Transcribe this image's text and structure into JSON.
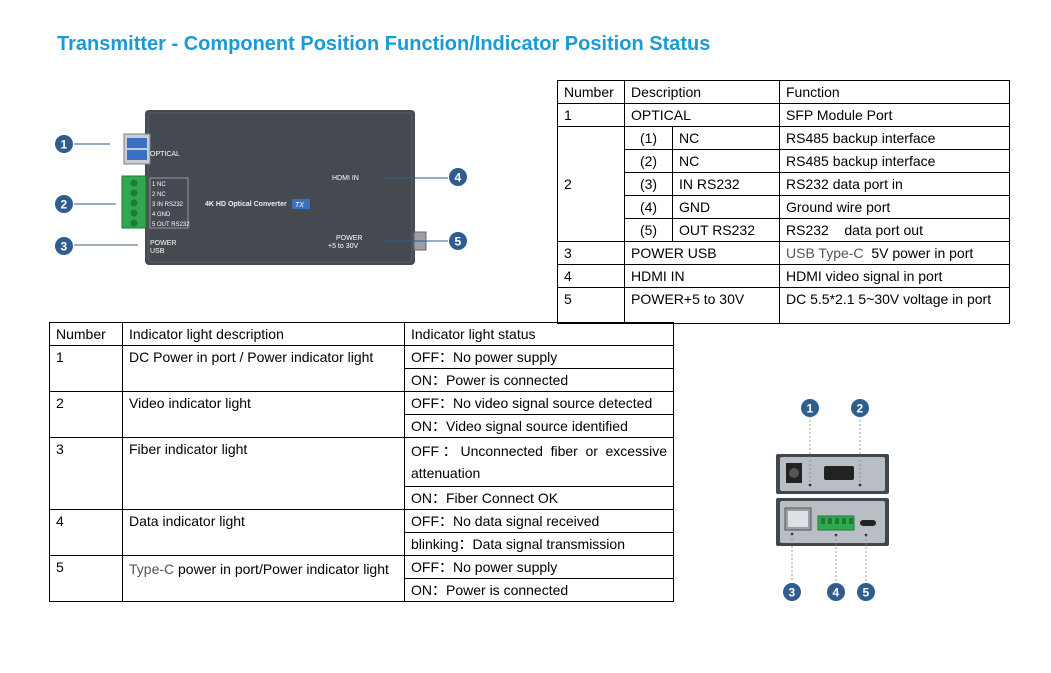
{
  "title": "Transmitter - Component Position Function/Indicator Position Status",
  "component_table": {
    "headers": [
      "Number",
      "Description",
      "Function"
    ],
    "rows": [
      {
        "number": "1",
        "description": "OPTICAL",
        "function": "SFP Module Port"
      },
      {
        "number": "2",
        "sub": [
          {
            "idx": "(1)",
            "name": "NC",
            "function": "RS485 backup interface"
          },
          {
            "idx": "(2)",
            "name": "NC",
            "function": "RS485 backup interface"
          },
          {
            "idx": "(3)",
            "name": "IN RS232",
            "function": "RS232 data port in"
          },
          {
            "idx": "(4)",
            "name": "GND",
            "function": "Ground wire port"
          },
          {
            "idx": "(5)",
            "name": "OUT RS232",
            "function": "RS232    data port out"
          }
        ]
      },
      {
        "number": "3",
        "description": "POWER USB",
        "function_gray": "USB Type-C",
        "function": "  5V power in port"
      },
      {
        "number": "4",
        "description": "HDMI IN",
        "function": "HDMI video signal in port"
      },
      {
        "number": "5",
        "description": "POWER+5 to 30V",
        "function": "DC 5.5*2.1 5~30V voltage in port"
      }
    ]
  },
  "indicator_table": {
    "headers": [
      "Number",
      "Indicator light description",
      "Indicator light status"
    ],
    "rows": [
      {
        "number": "1",
        "description": "DC Power in port / Power indicator light",
        "status": [
          "OFF：No power supply",
          "ON：Power is connected"
        ]
      },
      {
        "number": "2",
        "description": "Video indicator light",
        "status": [
          "OFF：No video signal source detected",
          "ON：Video signal source identified"
        ]
      },
      {
        "number": "3",
        "description": "Fiber indicator light",
        "status": [
          "OFF：Unconnected fiber or excessive attenuation",
          "ON：Fiber Connect OK"
        ]
      },
      {
        "number": "4",
        "description": "Data indicator light",
        "status": [
          "OFF：No data signal received",
          "blinking：Data signal transmission"
        ]
      },
      {
        "number": "5",
        "description_gray": "Type-C",
        "description": " power in port/Power indicator light",
        "status": [
          "OFF：No power supply",
          "ON：Power is connected"
        ]
      }
    ]
  },
  "device_diagram": {
    "labels": {
      "optical": "OPTICAL",
      "hdmi_in": "HDMI IN",
      "power_usb_1": "POWER",
      "power_usb_2": "USB",
      "power_dc_1": "POWER",
      "power_dc_2": "+5 to 30V",
      "model": "4K HD Optical Converter",
      "tx": "TX",
      "pins": [
        "1 NC",
        "2 NC",
        "3 IN RS232",
        "4 GND",
        "5 OUT RS232"
      ]
    },
    "callouts": [
      "1",
      "2",
      "3",
      "4",
      "5"
    ]
  },
  "indicator_diagram": {
    "callouts": [
      "1",
      "2",
      "3",
      "4",
      "5"
    ]
  },
  "colors": {
    "title": "#1a9ad6",
    "callout": "#2f5e8e",
    "device": "#454a50"
  }
}
